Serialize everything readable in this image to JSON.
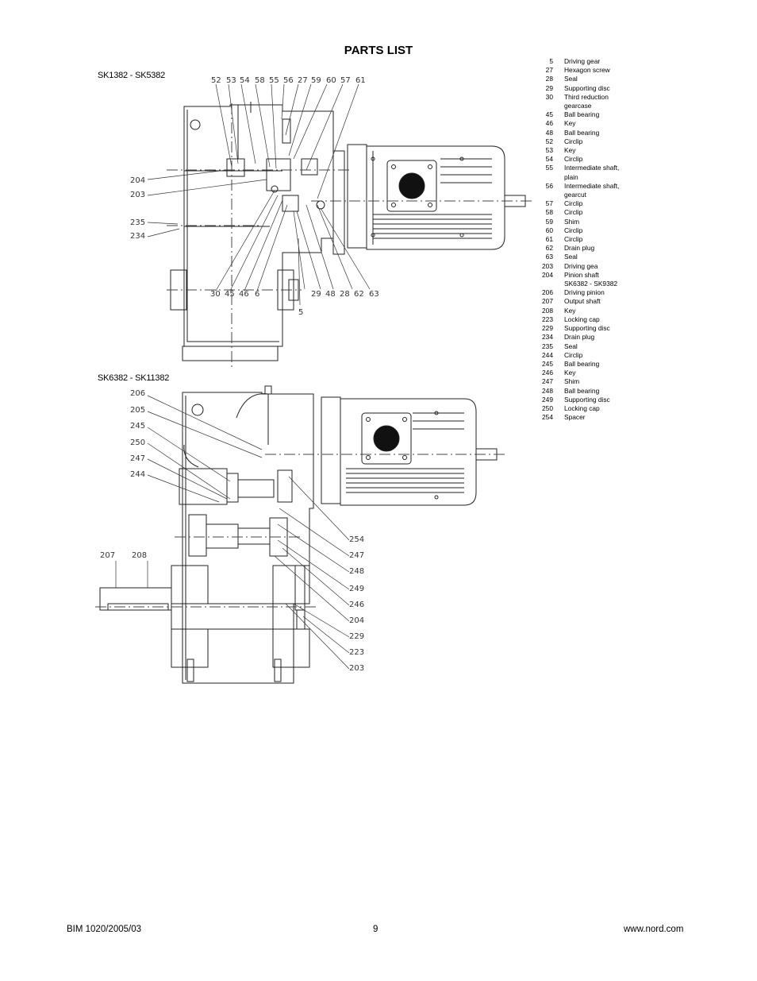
{
  "title": "PARTS LIST",
  "drawing1": {
    "label": "SK1382 - SK5382",
    "callouts_top": [
      "52",
      "53",
      "54",
      "58",
      "55",
      "56",
      "27",
      "59",
      "60",
      "57",
      "61"
    ],
    "callouts_left": [
      "204",
      "203",
      "235",
      "234"
    ],
    "callouts_bottom": [
      "30",
      "45",
      "46",
      "6",
      "29",
      "48",
      "28",
      "62",
      "63"
    ],
    "callout_below": "5"
  },
  "drawing2": {
    "label": "SK6382 - SK11382",
    "callouts_left": [
      "206",
      "205",
      "245",
      "250",
      "247",
      "244"
    ],
    "callouts_output": [
      "207",
      "208"
    ],
    "callouts_right": [
      "254",
      "247",
      "248",
      "249",
      "246",
      "204",
      "229",
      "223",
      "203"
    ]
  },
  "parts": [
    {
      "no": "5",
      "desc": "Driving gear"
    },
    {
      "no": "27",
      "desc": "Hexagon screw"
    },
    {
      "no": "28",
      "desc": "Seal"
    },
    {
      "no": "29",
      "desc": "Supporting disc"
    },
    {
      "no": "30",
      "desc": "Third reduction gearcase"
    },
    {
      "no": "45",
      "desc": "Ball bearing"
    },
    {
      "no": "46",
      "desc": "Key"
    },
    {
      "no": "48",
      "desc": "Ball bearing"
    },
    {
      "no": "52",
      "desc": "Circlip"
    },
    {
      "no": "53",
      "desc": "Key"
    },
    {
      "no": "54",
      "desc": "Circlip"
    },
    {
      "no": "55",
      "desc": "Intermediate shaft, plain"
    },
    {
      "no": "56",
      "desc": "Intermediate shaft, gearcut"
    },
    {
      "no": "57",
      "desc": "Circlip"
    },
    {
      "no": "58",
      "desc": "Circlip"
    },
    {
      "no": "59",
      "desc": "Shim"
    },
    {
      "no": "60",
      "desc": "Circlip"
    },
    {
      "no": "61",
      "desc": "Circlip"
    },
    {
      "no": "62",
      "desc": "Drain plug"
    },
    {
      "no": "63",
      "desc": "Seal"
    },
    {
      "no": "203",
      "desc": "Driving gea"
    },
    {
      "no": "204",
      "desc": "Pinion shaft"
    },
    {
      "no": "",
      "desc": "SK6382 - SK9382"
    },
    {
      "no": "206",
      "desc": "Driving pinion"
    },
    {
      "no": "207",
      "desc": "Output shaft"
    },
    {
      "no": "208",
      "desc": "Key"
    },
    {
      "no": "223",
      "desc": "Locking cap"
    },
    {
      "no": "229",
      "desc": "Supporting disc"
    },
    {
      "no": "234",
      "desc": "Drain plug"
    },
    {
      "no": "235",
      "desc": "Seal"
    },
    {
      "no": "244",
      "desc": "Circlip"
    },
    {
      "no": "245",
      "desc": "Ball bearing"
    },
    {
      "no": "246",
      "desc": "Key"
    },
    {
      "no": "247",
      "desc": "Shim"
    },
    {
      "no": "248",
      "desc": "Ball bearing"
    },
    {
      "no": "249",
      "desc": "Supporting disc"
    },
    {
      "no": "250",
      "desc": "Locking cap"
    },
    {
      "no": "254",
      "desc": "Spacer"
    }
  ],
  "footer": {
    "left": "BIM 1020/2005/03",
    "center": "9",
    "right": "www.nord.com"
  }
}
